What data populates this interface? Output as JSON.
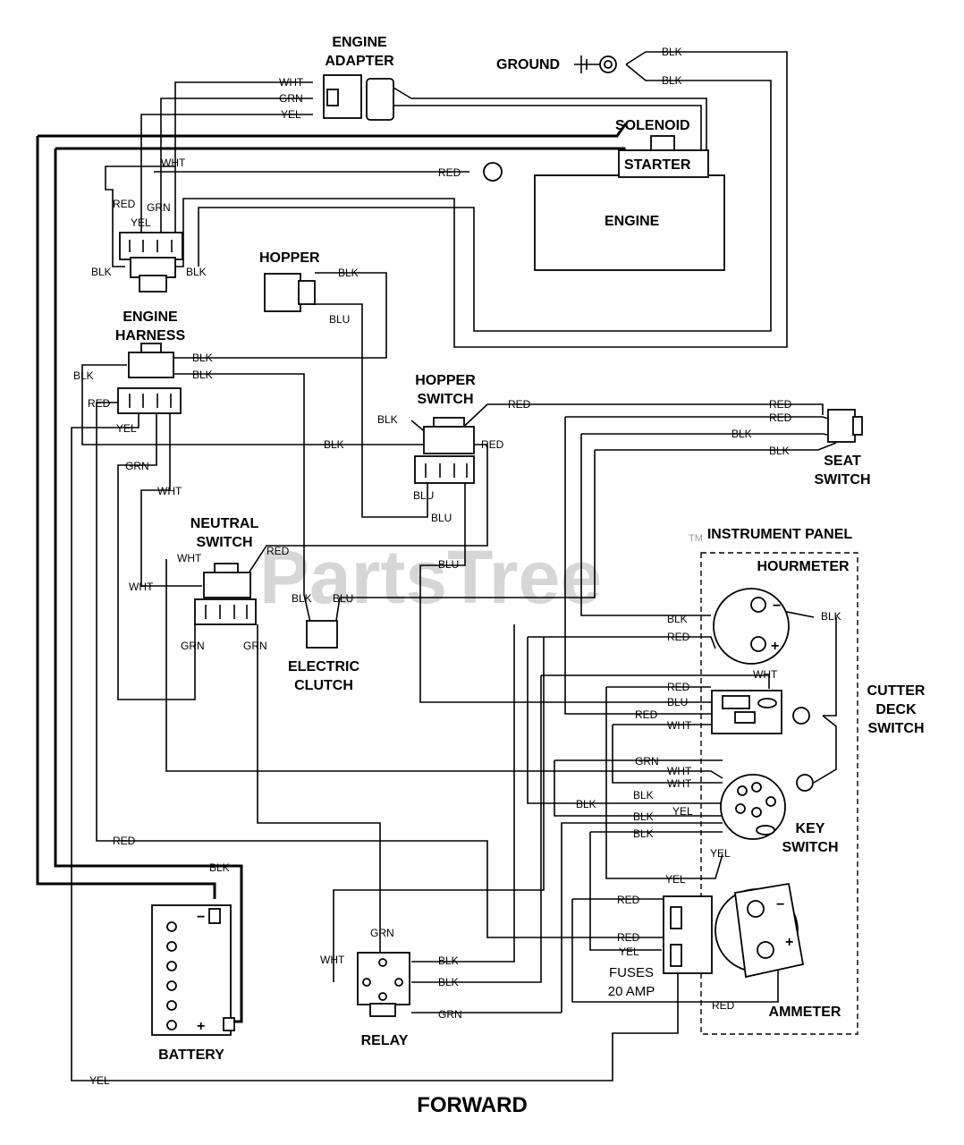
{
  "components": {
    "engine_adapter": [
      "ENGINE",
      "ADAPTER"
    ],
    "ground": "GROUND",
    "solenoid": "SOLENOID",
    "starter": "STARTER",
    "engine": "ENGINE",
    "hopper": "HOPPER",
    "engine_harness": [
      "ENGINE",
      "HARNESS"
    ],
    "hopper_switch": [
      "HOPPER",
      "SWITCH"
    ],
    "seat_switch": [
      "SEAT",
      "SWITCH"
    ],
    "neutral_switch": [
      "NEUTRAL",
      "SWITCH"
    ],
    "electric_clutch": [
      "ELECTRIC",
      "CLUTCH"
    ],
    "instrument_panel": "INSTRUMENT PANEL",
    "hourmeter": "HOURMETER",
    "cutter_deck_switch": [
      "CUTTER",
      "DECK",
      "SWITCH"
    ],
    "key_switch": [
      "KEY",
      "SWITCH"
    ],
    "battery": "BATTERY",
    "relay": "RELAY",
    "fuses": [
      "FUSES",
      "20 AMP"
    ],
    "ammeter": "AMMETER"
  },
  "footer": "FORWARD",
  "watermark": "PartsTree",
  "trademark": "TM",
  "wire_labels": [
    "BLK",
    "BLK",
    "WHT",
    "GRN",
    "YEL",
    "WHT",
    "RED",
    "RED",
    "YEL",
    "GRN",
    "BLK",
    "BLK",
    "BLK",
    "BLU",
    "BLK",
    "BLK",
    "BLK",
    "RED",
    "YEL",
    "BLK",
    "RED",
    "RED",
    "RED",
    "BLK",
    "BLK",
    "GRN",
    "BLU",
    "BLU",
    "WHT",
    "RED",
    "BLU",
    "WHT",
    "WHT",
    "BLK",
    "BLU",
    "GRN",
    "GRN",
    "BLK",
    "RED",
    "BLK",
    "WHT",
    "RED",
    "BLU",
    "RED",
    "WHT",
    "BLK",
    "GRN",
    "WHT",
    "WHT",
    "BLK",
    "BLK",
    "YEL",
    "BLK",
    "BLK",
    "RED",
    "YEL",
    "YEL",
    "RED",
    "RED",
    "RED",
    "BLK",
    "GRN",
    "WHT",
    "BLK",
    "BLK",
    "GRN",
    "RED",
    "YEL",
    "YEL"
  ],
  "symbols": {
    "plus": "+",
    "minus": "−"
  }
}
